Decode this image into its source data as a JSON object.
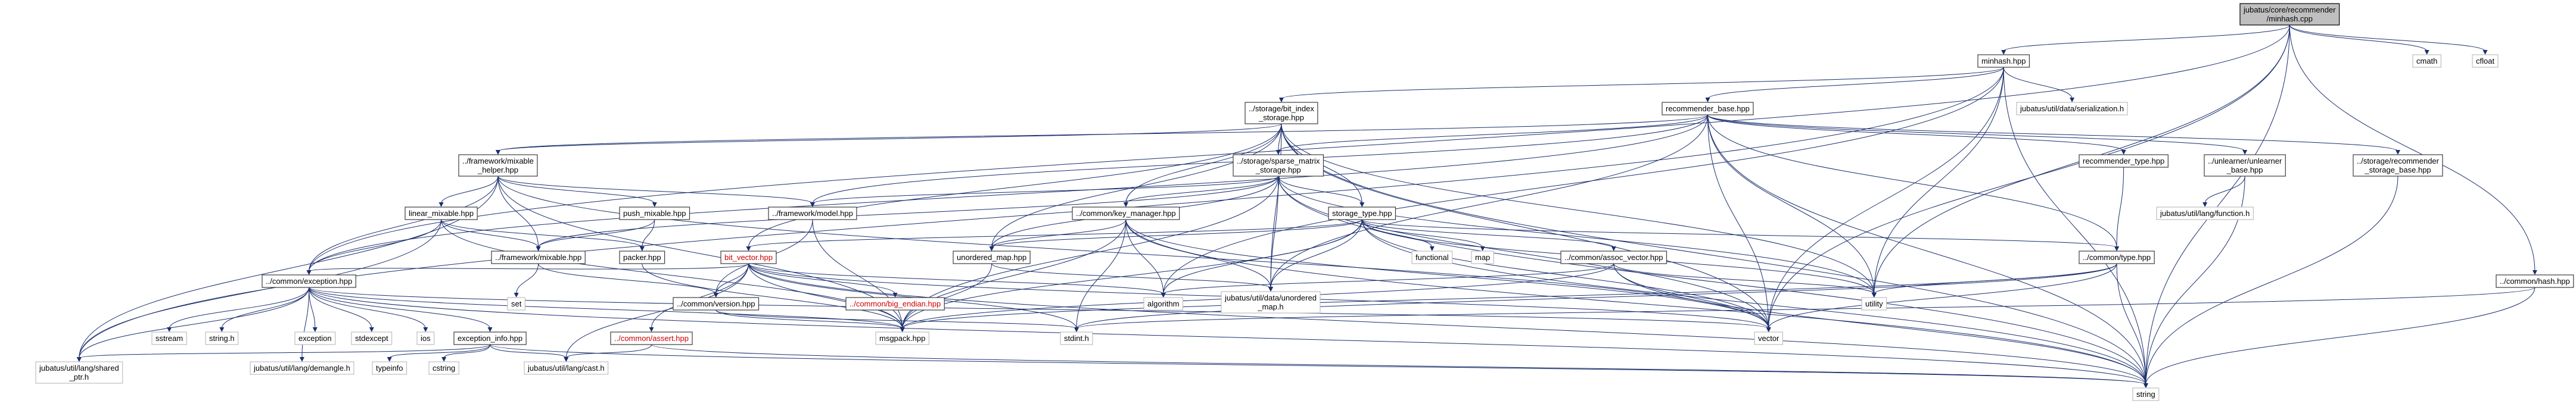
{
  "diagram": {
    "edge_color": "#1b2f6e",
    "root_fill": "#bfbfbf",
    "nodes": [
      {
        "id": "root",
        "lines": [
          "jubatus/core/recommender",
          "/minhash.cpp"
        ],
        "kind": "root"
      },
      {
        "id": "minhash_hpp",
        "lines": [
          "minhash.hpp"
        ]
      },
      {
        "id": "cmath",
        "lines": [
          "cmath"
        ],
        "kind": "plain"
      },
      {
        "id": "cfloat",
        "lines": [
          "cfloat"
        ],
        "kind": "plain"
      },
      {
        "id": "bit_index",
        "lines": [
          "../storage/bit_index",
          "_storage.hpp"
        ]
      },
      {
        "id": "recommender_base",
        "lines": [
          "recommender_base.hpp"
        ]
      },
      {
        "id": "serialization",
        "lines": [
          "jubatus/util/data/serialization.h"
        ],
        "kind": "plain"
      },
      {
        "id": "mixable_helper",
        "lines": [
          "../framework/mixable",
          "_helper.hpp"
        ]
      },
      {
        "id": "sparse_matrix",
        "lines": [
          "../storage/sparse_matrix",
          "_storage.hpp"
        ]
      },
      {
        "id": "recommender_type",
        "lines": [
          "recommender_type.hpp"
        ]
      },
      {
        "id": "unlearner_base",
        "lines": [
          "../unlearner/unlearner",
          "_base.hpp"
        ]
      },
      {
        "id": "recommender_storage",
        "lines": [
          "../storage/recommender",
          "_storage_base.hpp"
        ]
      },
      {
        "id": "linear_mixable",
        "lines": [
          "linear_mixable.hpp"
        ]
      },
      {
        "id": "push_mixable",
        "lines": [
          "push_mixable.hpp"
        ]
      },
      {
        "id": "model_hpp",
        "lines": [
          "../framework/model.hpp"
        ]
      },
      {
        "id": "key_manager",
        "lines": [
          "../common/key_manager.hpp"
        ]
      },
      {
        "id": "storage_type",
        "lines": [
          "storage_type.hpp"
        ]
      },
      {
        "id": "function_h",
        "lines": [
          "jubatus/util/lang/function.h"
        ],
        "kind": "plain"
      },
      {
        "id": "mixable_hpp",
        "lines": [
          "../framework/mixable.hpp"
        ]
      },
      {
        "id": "packer",
        "lines": [
          "packer.hpp"
        ]
      },
      {
        "id": "bit_vector",
        "lines": [
          "bit_vector.hpp"
        ],
        "kind": "red"
      },
      {
        "id": "unordered_map_hpp",
        "lines": [
          "unordered_map.hpp"
        ]
      },
      {
        "id": "functional",
        "lines": [
          "functional"
        ],
        "kind": "plain"
      },
      {
        "id": "map",
        "lines": [
          "map"
        ],
        "kind": "plain"
      },
      {
        "id": "assoc_vector",
        "lines": [
          "../common/assoc_vector.hpp"
        ]
      },
      {
        "id": "type_hpp",
        "lines": [
          "../common/type.hpp"
        ]
      },
      {
        "id": "hash_hpp",
        "lines": [
          "../common/hash.hpp"
        ]
      },
      {
        "id": "exception_hpp",
        "lines": [
          "../common/exception.hpp"
        ]
      },
      {
        "id": "set",
        "lines": [
          "set"
        ],
        "kind": "plain"
      },
      {
        "id": "version_hpp",
        "lines": [
          "../common/version.hpp"
        ]
      },
      {
        "id": "big_endian",
        "lines": [
          "../common/big_endian.hpp"
        ],
        "kind": "red"
      },
      {
        "id": "algorithm",
        "lines": [
          "algorithm"
        ],
        "kind": "plain"
      },
      {
        "id": "util_unordered_map",
        "lines": [
          "jubatus/util/data/unordered",
          "_map.h"
        ],
        "kind": "plain"
      },
      {
        "id": "utility",
        "lines": [
          "utility"
        ],
        "kind": "plain"
      },
      {
        "id": "sstream",
        "lines": [
          "sstream"
        ],
        "kind": "plain"
      },
      {
        "id": "string_h",
        "lines": [
          "string.h"
        ],
        "kind": "plain"
      },
      {
        "id": "exception",
        "lines": [
          "exception"
        ],
        "kind": "plain"
      },
      {
        "id": "stdexcept",
        "lines": [
          "stdexcept"
        ],
        "kind": "plain"
      },
      {
        "id": "ios",
        "lines": [
          "ios"
        ],
        "kind": "plain"
      },
      {
        "id": "exception_info",
        "lines": [
          "exception_info.hpp"
        ]
      },
      {
        "id": "assert_hpp",
        "lines": [
          "../common/assert.hpp"
        ],
        "kind": "red"
      },
      {
        "id": "msgpack",
        "lines": [
          "msgpack.hpp"
        ],
        "kind": "plain"
      },
      {
        "id": "stdint",
        "lines": [
          "stdint.h"
        ],
        "kind": "plain"
      },
      {
        "id": "vector",
        "lines": [
          "vector"
        ],
        "kind": "plain"
      },
      {
        "id": "shared_ptr",
        "lines": [
          "jubatus/util/lang/shared",
          "_ptr.h"
        ],
        "kind": "plain"
      },
      {
        "id": "demangle",
        "lines": [
          "jubatus/util/lang/demangle.h"
        ],
        "kind": "plain"
      },
      {
        "id": "typeinfo",
        "lines": [
          "typeinfo"
        ],
        "kind": "plain"
      },
      {
        "id": "cstring",
        "lines": [
          "cstring"
        ],
        "kind": "plain"
      },
      {
        "id": "cast_h",
        "lines": [
          "jubatus/util/lang/cast.h"
        ],
        "kind": "plain"
      },
      {
        "id": "string",
        "lines": [
          "string"
        ],
        "kind": "plain"
      }
    ],
    "edges": [
      [
        "root",
        "minhash_hpp"
      ],
      [
        "root",
        "cmath"
      ],
      [
        "root",
        "cfloat"
      ],
      [
        "root",
        "string"
      ],
      [
        "root",
        "vector"
      ],
      [
        "root",
        "utility"
      ],
      [
        "root",
        "exception_hpp"
      ],
      [
        "root",
        "hash_hpp"
      ],
      [
        "minhash_hpp",
        "bit_index"
      ],
      [
        "minhash_hpp",
        "recommender_base"
      ],
      [
        "minhash_hpp",
        "serialization"
      ],
      [
        "minhash_hpp",
        "shared_ptr"
      ],
      [
        "minhash_hpp",
        "vector"
      ],
      [
        "minhash_hpp",
        "utility"
      ],
      [
        "minhash_hpp",
        "string"
      ],
      [
        "minhash_hpp",
        "algorithm"
      ],
      [
        "bit_index",
        "mixable_helper"
      ],
      [
        "bit_index",
        "sparse_matrix"
      ],
      [
        "bit_index",
        "key_manager"
      ],
      [
        "bit_index",
        "storage_type"
      ],
      [
        "bit_index",
        "bit_vector"
      ],
      [
        "bit_index",
        "unordered_map_hpp"
      ],
      [
        "bit_index",
        "vector"
      ],
      [
        "bit_index",
        "string"
      ],
      [
        "bit_index",
        "utility"
      ],
      [
        "bit_index",
        "util_unordered_map"
      ],
      [
        "recommender_base",
        "recommender_type"
      ],
      [
        "recommender_base",
        "unlearner_base"
      ],
      [
        "recommender_base",
        "recommender_storage"
      ],
      [
        "recommender_base",
        "sparse_matrix"
      ],
      [
        "recommender_base",
        "mixable_helper"
      ],
      [
        "recommender_base",
        "model_hpp"
      ],
      [
        "recommender_base",
        "type_hpp"
      ],
      [
        "recommender_base",
        "string"
      ],
      [
        "recommender_base",
        "vector"
      ],
      [
        "recommender_base",
        "utility"
      ],
      [
        "recommender_base",
        "util_unordered_map"
      ],
      [
        "recommender_base",
        "exception_hpp"
      ],
      [
        "recommender_type",
        "type_hpp"
      ],
      [
        "unlearner_base",
        "function_h"
      ],
      [
        "unlearner_base",
        "string"
      ],
      [
        "recommender_storage",
        "string"
      ],
      [
        "sparse_matrix",
        "storage_type"
      ],
      [
        "sparse_matrix",
        "key_manager"
      ],
      [
        "sparse_matrix",
        "model_hpp"
      ],
      [
        "sparse_matrix",
        "mixable_hpp"
      ],
      [
        "sparse_matrix",
        "unordered_map_hpp"
      ],
      [
        "sparse_matrix",
        "msgpack"
      ],
      [
        "sparse_matrix",
        "util_unordered_map"
      ],
      [
        "sparse_matrix",
        "string"
      ],
      [
        "sparse_matrix",
        "vector"
      ],
      [
        "sparse_matrix",
        "utility"
      ],
      [
        "mixable_helper",
        "linear_mixable"
      ],
      [
        "mixable_helper",
        "push_mixable"
      ],
      [
        "mixable_helper",
        "model_hpp"
      ],
      [
        "mixable_helper",
        "mixable_hpp"
      ],
      [
        "mixable_helper",
        "exception_hpp"
      ],
      [
        "mixable_helper",
        "shared_ptr"
      ],
      [
        "mixable_helper",
        "msgpack"
      ],
      [
        "mixable_helper",
        "vector"
      ],
      [
        "linear_mixable",
        "mixable_hpp"
      ],
      [
        "linear_mixable",
        "packer"
      ],
      [
        "linear_mixable",
        "exception_hpp"
      ],
      [
        "linear_mixable",
        "msgpack"
      ],
      [
        "linear_mixable",
        "shared_ptr"
      ],
      [
        "push_mixable",
        "mixable_hpp"
      ],
      [
        "push_mixable",
        "packer"
      ],
      [
        "model_hpp",
        "version_hpp"
      ],
      [
        "model_hpp",
        "msgpack"
      ],
      [
        "mixable_hpp",
        "set"
      ],
      [
        "mixable_hpp",
        "version_hpp"
      ],
      [
        "packer",
        "msgpack"
      ],
      [
        "key_manager",
        "unordered_map_hpp"
      ],
      [
        "key_manager",
        "msgpack"
      ],
      [
        "key_manager",
        "util_unordered_map"
      ],
      [
        "key_manager",
        "algorithm"
      ],
      [
        "key_manager",
        "stdint"
      ],
      [
        "key_manager",
        "vector"
      ],
      [
        "key_manager",
        "string"
      ],
      [
        "storage_type",
        "bit_vector"
      ],
      [
        "storage_type",
        "unordered_map_hpp"
      ],
      [
        "storage_type",
        "functional"
      ],
      [
        "storage_type",
        "map"
      ],
      [
        "storage_type",
        "assoc_vector"
      ],
      [
        "storage_type",
        "util_unordered_map"
      ],
      [
        "storage_type",
        "algorithm"
      ],
      [
        "storage_type",
        "msgpack"
      ],
      [
        "storage_type",
        "vector"
      ],
      [
        "storage_type",
        "string"
      ],
      [
        "storage_type",
        "utility"
      ],
      [
        "storage_type",
        "type_hpp"
      ],
      [
        "bit_vector",
        "exception_hpp"
      ],
      [
        "bit_vector",
        "version_hpp"
      ],
      [
        "bit_vector",
        "big_endian"
      ],
      [
        "bit_vector",
        "assert_hpp"
      ],
      [
        "bit_vector",
        "msgpack"
      ],
      [
        "bit_vector",
        "stdint"
      ],
      [
        "bit_vector",
        "vector"
      ],
      [
        "bit_vector",
        "string"
      ],
      [
        "bit_vector",
        "cast_h"
      ],
      [
        "bit_vector",
        "algorithm"
      ],
      [
        "unordered_map_hpp",
        "msgpack"
      ],
      [
        "unordered_map_hpp",
        "util_unordered_map"
      ],
      [
        "assoc_vector",
        "msgpack"
      ],
      [
        "assoc_vector",
        "vector"
      ],
      [
        "assoc_vector",
        "utility"
      ],
      [
        "assoc_vector",
        "algorithm"
      ],
      [
        "assoc_vector",
        "string"
      ],
      [
        "type_hpp",
        "msgpack"
      ],
      [
        "type_hpp",
        "vector"
      ],
      [
        "type_hpp",
        "utility"
      ],
      [
        "type_hpp",
        "string"
      ],
      [
        "type_hpp",
        "stdint"
      ],
      [
        "hash_hpp",
        "stdint"
      ],
      [
        "hash_hpp",
        "string"
      ],
      [
        "exception_hpp",
        "sstream"
      ],
      [
        "exception_hpp",
        "string_h"
      ],
      [
        "exception_hpp",
        "exception"
      ],
      [
        "exception_hpp",
        "stdexcept"
      ],
      [
        "exception_hpp",
        "ios"
      ],
      [
        "exception_hpp",
        "exception_info"
      ],
      [
        "exception_hpp",
        "shared_ptr"
      ],
      [
        "exception_hpp",
        "demangle"
      ],
      [
        "exception_hpp",
        "string"
      ],
      [
        "exception_hpp",
        "vector"
      ],
      [
        "exception_hpp",
        "msgpack"
      ],
      [
        "exception_info",
        "typeinfo"
      ],
      [
        "exception_info",
        "cstring"
      ],
      [
        "exception_info",
        "cast_h"
      ],
      [
        "exception_info",
        "shared_ptr"
      ],
      [
        "exception_info",
        "string"
      ],
      [
        "version_hpp",
        "msgpack"
      ],
      [
        "version_hpp",
        "stdint"
      ],
      [
        "assert_hpp",
        "cast_h"
      ],
      [
        "assert_hpp",
        "string"
      ]
    ]
  }
}
